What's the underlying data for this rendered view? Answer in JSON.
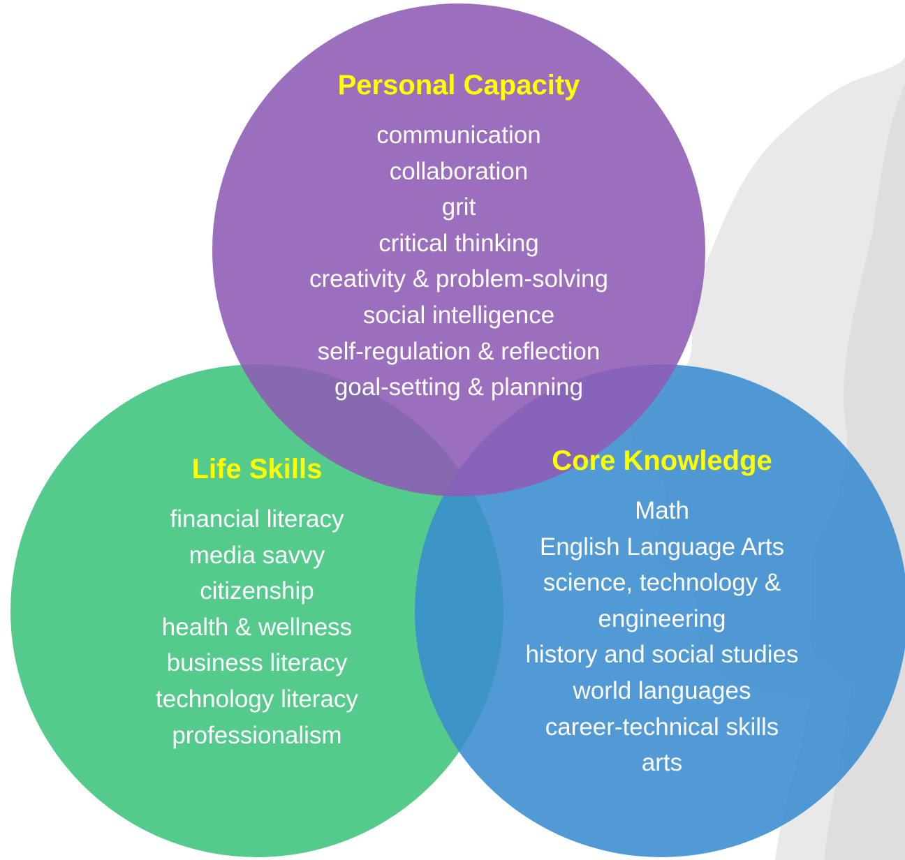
{
  "colors": {
    "personal_capacity": "#8e5bb5",
    "life_skills": "#3cc47c",
    "core_knowledge": "#3a8ccf",
    "title": "#ffff00",
    "items": "#ffffff",
    "background_silhouette": "#e6e6e6"
  },
  "venn": {
    "personal_capacity": {
      "title": "Personal Capacity",
      "items": [
        "communication",
        "collaboration",
        "grit",
        "critical thinking",
        "creativity & problem-solving",
        "social intelligence",
        "self-regulation & reflection",
        "goal-setting & planning"
      ]
    },
    "life_skills": {
      "title": "Life Skills",
      "items": [
        "financial literacy",
        "media savvy",
        "citizenship",
        "health & wellness",
        "business literacy",
        "technology literacy",
        "professionalism"
      ]
    },
    "core_knowledge": {
      "title": "Core Knowledge",
      "items": [
        "Math",
        "English Language Arts",
        "science, technology & engineering",
        "history and social studies",
        "world languages",
        "career-technical skills",
        "arts"
      ]
    }
  }
}
